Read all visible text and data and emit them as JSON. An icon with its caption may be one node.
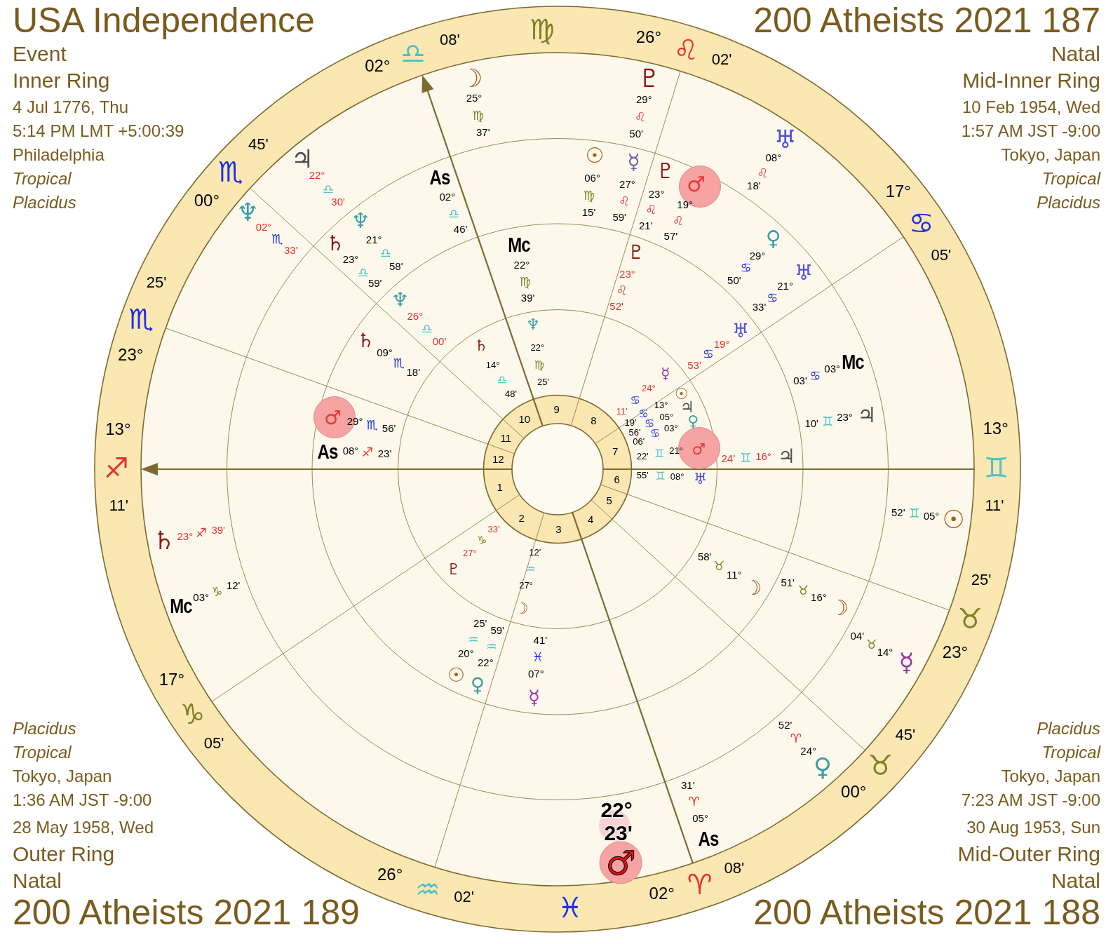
{
  "diagram": {
    "labels": [
      "USA Independence",
      "Event",
      "Inner Ring",
      "4 Jul 1776, Thu",
      "5:14 PM LMT +5:00:39",
      "Philadelphia",
      "Tropical",
      "Placidus",
      "200 Atheists 2021 187",
      "Natal",
      "Mid-Inner Ring",
      "10 Feb 1954, Wed",
      "1:57 AM JST -9:00",
      "Tokyo, Japan",
      "Tropical",
      "Placidus",
      "13°",
      "♐",
      "11'",
      "17°",
      "♑",
      "05'",
      "26°",
      "♒",
      "02'",
      "02°",
      "♈",
      "08'",
      "00°",
      "♉",
      "45'",
      "23°",
      "♉",
      "25'",
      "13°",
      "♊",
      "11'",
      "17°",
      "♋",
      "05'",
      "26°",
      "♌",
      "02'",
      "02°",
      "♎",
      "08'",
      "00°",
      "♏",
      "45'",
      "23°",
      "♏",
      "25'",
      "♍",
      "♓",
      "1",
      "2",
      "3",
      "4",
      "5",
      "6",
      "7",
      "8",
      "9",
      "10",
      "11",
      "12",
      "☽",
      "25°",
      "♍",
      "37'",
      "♃",
      "22°",
      "♎",
      "30'",
      "♆",
      "02°",
      "♏",
      "33'",
      "♇",
      "29°",
      "♌",
      "50'",
      "♅",
      "08°",
      "♌",
      "18'",
      "☉",
      "05°",
      "♊",
      "52'",
      "☿",
      "14°",
      "♉",
      "04'",
      "♀",
      "24°",
      "♈",
      "52'",
      "As",
      "05°",
      "♈",
      "31'",
      "♄",
      "23°",
      "♐",
      "39'",
      "Mc",
      "03°",
      "♑",
      "12'",
      "22°",
      "23'",
      "♂",
      "As",
      "02°",
      "♎",
      "46'",
      "♆",
      "21°",
      "♎",
      "58'",
      "♄",
      "23°",
      "♎",
      "59'",
      "☉",
      "06°",
      "♍",
      "15'",
      "☿",
      "27°",
      "♌",
      "59'",
      "♇",
      "23°",
      "♌",
      "21'",
      "♂",
      "19°",
      "♌",
      "57'",
      "♀",
      "29°",
      "♋",
      "50'",
      "♅",
      "21°",
      "♋",
      "33'",
      "Mc",
      "03°",
      "♋",
      "03'",
      "♃",
      "23°",
      "♊",
      "10'",
      "☽",
      "16°",
      "♉",
      "51'",
      "Mc",
      "22°",
      "♍",
      "39'",
      "♆",
      "26°",
      "♎",
      "00'",
      "♄",
      "09°",
      "♏",
      "18'",
      "♂",
      "29°",
      "♏",
      "56'",
      "As",
      "08°",
      "♐",
      "23'",
      "♇",
      "23°",
      "♌",
      "52'",
      "♅",
      "19°",
      "♋",
      "53'",
      "♃",
      "16°",
      "♊",
      "24'",
      "☽",
      "11°",
      "♉",
      "58'",
      "☿",
      "07°",
      "♓",
      "41'",
      "♀",
      "22°",
      "♒",
      "59'",
      "☉",
      "20°",
      "♒",
      "25'",
      "♆",
      "22°",
      "♍",
      "25'",
      "♄",
      "14°",
      "♎",
      "48'",
      "☿",
      "24°",
      "♋",
      "11'",
      "☉",
      "13°",
      "♋",
      "19'",
      "♃",
      "05°",
      "♋",
      "56'",
      "♀",
      "03°",
      "♋",
      "06'",
      "♂",
      "21°",
      "♊",
      "22'",
      "♅",
      "08°",
      "♊",
      "55'",
      "☽",
      "27°",
      "♒",
      "12'",
      "♇",
      "27°",
      "♑",
      "33'",
      "Placidus",
      "Tropical",
      "Tokyo, Japan",
      "1:36 AM JST -9:00",
      "28 May 1958, Wed",
      "Outer Ring",
      "Natal",
      "200 Atheists 2021 189",
      "Placidus",
      "Tropical",
      "Tokyo, Japan",
      "7:23 AM JST -9:00",
      "30 Aug 1953, Sun",
      "Mid-Outer Ring",
      "Natal",
      "200 Atheists 2021 188"
    ]
  }
}
